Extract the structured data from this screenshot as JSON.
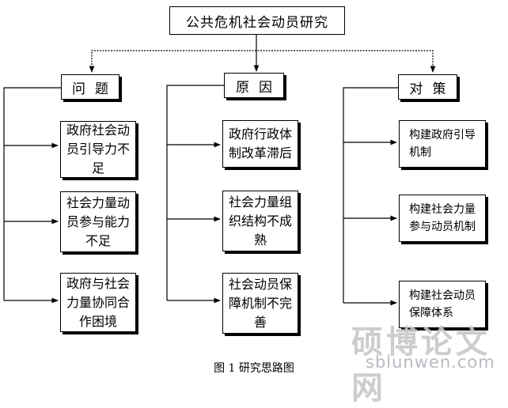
{
  "diagram": {
    "root": "公共危机社会动员研究",
    "branches": [
      {
        "title": "问题",
        "items": [
          "政府社会动员引导力不足",
          "社会力量动员参与能力不足",
          "政府与社会力量协同合作困境"
        ]
      },
      {
        "title": "原因",
        "items": [
          "政府行政体制改革滞后",
          "社会力量组织结构不成熟",
          "社会动员保障机制不完善"
        ]
      },
      {
        "title": "对策",
        "items": [
          "构建政府引导机制",
          "构建社会力量参与动员机制",
          "构建社会动员保障体系"
        ]
      }
    ],
    "caption": "图 1  研究思路图"
  },
  "watermark": {
    "brand": "硕博论文网",
    "url": "sblunwen.com"
  }
}
